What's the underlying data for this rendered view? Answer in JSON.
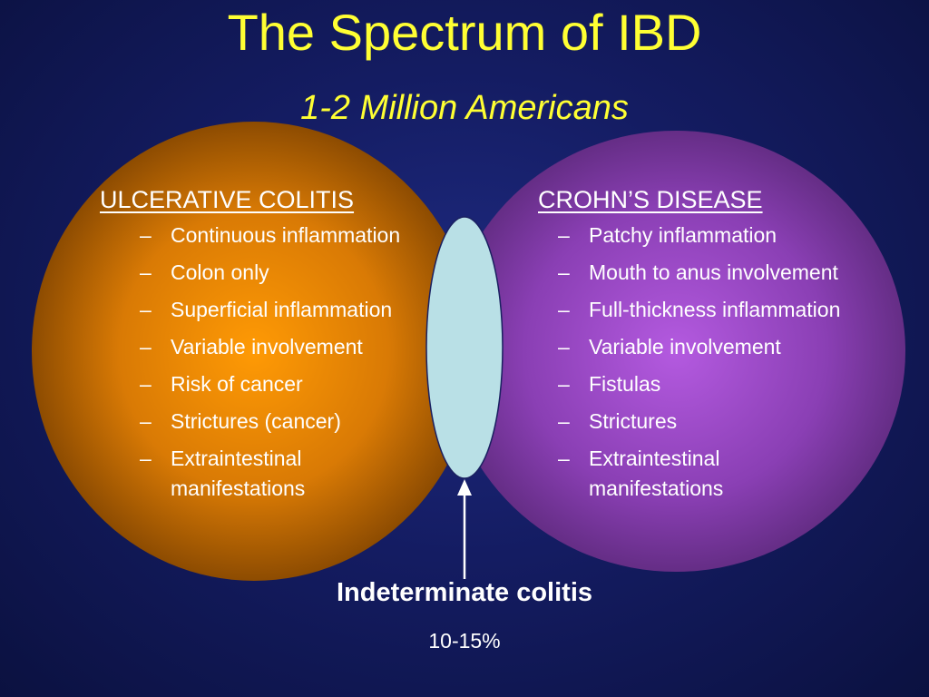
{
  "title": "The Spectrum of IBD",
  "subtitle": "1-2 Million Americans",
  "colors": {
    "background": "#141c62",
    "title": "#ffff33",
    "uc_circle_center": "#ff9a05",
    "uc_circle_edge": "#7a4000",
    "crohns_circle_center": "#b45ae0",
    "crohns_circle_edge": "#5a2878",
    "overlap": "#b9e0e6",
    "text": "#ffffff"
  },
  "ulcerative_colitis": {
    "heading": "ULCERATIVE COLITIS",
    "items": [
      "Continuous inflammation",
      "Colon only",
      "Superficial inflammation",
      "Variable involvement",
      "Risk of cancer",
      "Strictures (cancer)",
      "Extraintestinal manifestations"
    ]
  },
  "crohns_disease": {
    "heading": "CROHN’S DISEASE",
    "items": [
      "Patchy inflammation",
      "Mouth to anus involvement",
      "Full-thickness inflammation",
      "Variable involvement",
      "Fistulas",
      "Strictures",
      "Extraintestinal manifestations"
    ]
  },
  "overlap": {
    "label": "Indeterminate colitis",
    "percent": "10-15%"
  }
}
